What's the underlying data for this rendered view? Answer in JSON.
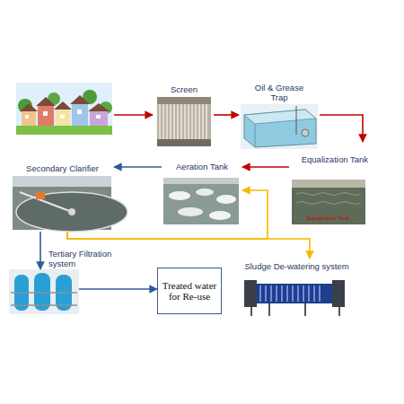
{
  "diagram": {
    "nodes": [
      {
        "text": [
          "Screen"
        ]
      },
      {
        "text": [
          "Oil & Grease Trap"
        ]
      },
      {
        "text": [
          "Equalization Tank"
        ]
      },
      {
        "text": [
          "Aeration Tank"
        ]
      },
      {
        "text": [
          "Secondary Clarifier"
        ]
      },
      {
        "text": [
          "Tertiary Filtration system"
        ]
      },
      {
        "text": [
          "Treated water for Re-use"
        ]
      },
      {
        "text": [
          "Sludge De-watering system"
        ]
      }
    ],
    "edges": [
      {
        "from": 0,
        "to": 1,
        "arrow": "to"
      },
      {
        "from": 1,
        "to": 2,
        "arrow": "to"
      },
      {
        "from": 2,
        "to": 3,
        "arrow": "to"
      },
      {
        "from": 3,
        "to": 4,
        "arrow": "to"
      },
      {
        "from": 4,
        "to": 5,
        "arrow": "to"
      },
      {
        "from": 5,
        "to": 6,
        "arrow": "to"
      },
      {
        "from": 4,
        "to": 3,
        "arrow": "to"
      },
      {
        "from": 4,
        "to": 7,
        "arrow": "to"
      }
    ],
    "labels": [
      "Equalization Tank"
    ]
  }
}
